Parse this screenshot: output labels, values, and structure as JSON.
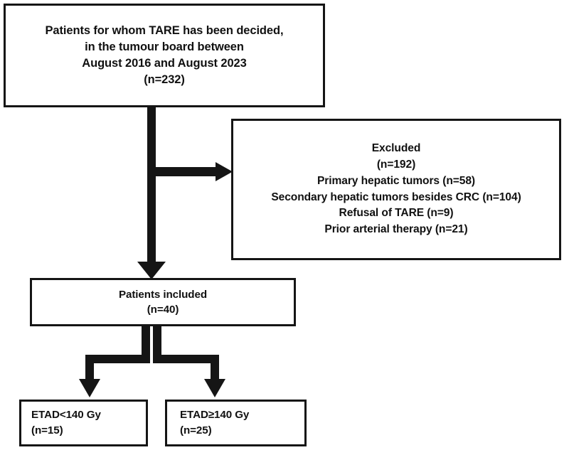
{
  "diagram": {
    "title": "Patient selection flowchart",
    "type": "flowchart",
    "stroke_color": "#151515",
    "background_color": "#ffffff",
    "nodes": [
      {
        "id": "enrolled",
        "lines": [
          "Patients for whom TARE has been decided,",
          "in the tumour board between",
          "August 2016 and August 2023",
          "(n=232)"
        ],
        "count": 232
      },
      {
        "id": "excluded",
        "lines": [
          "Excluded",
          "(n=192)",
          "Primary hepatic tumors (n=58)",
          "Secondary hepatic tumors besides CRC (n=104)",
          "Refusal of TARE (n=9)",
          "Prior arterial therapy (n=21)"
        ],
        "count": 192
      },
      {
        "id": "included",
        "lines": [
          "Patients included",
          "(n=40)"
        ],
        "count": 40
      },
      {
        "id": "etad_low",
        "lines": [
          "ETAD<140 Gy",
          "(n=15)"
        ],
        "count": 15
      },
      {
        "id": "etad_high",
        "lines": [
          "ETAD≥140 Gy",
          "(n=25)"
        ],
        "count": 25
      }
    ],
    "edges": [
      {
        "id": "enrolled-to-included",
        "from": "enrolled",
        "to": "included",
        "kind": "vertical-arrow"
      },
      {
        "id": "enrolled-to-excluded",
        "from": "enrolled",
        "to": "excluded",
        "kind": "horizontal-arrow"
      },
      {
        "id": "included-to-etad-low",
        "from": "included",
        "to": "etad_low",
        "kind": "elbow-arrow"
      },
      {
        "id": "included-to-etad-high",
        "from": "included",
        "to": "etad_high",
        "kind": "elbow-arrow"
      }
    ]
  }
}
